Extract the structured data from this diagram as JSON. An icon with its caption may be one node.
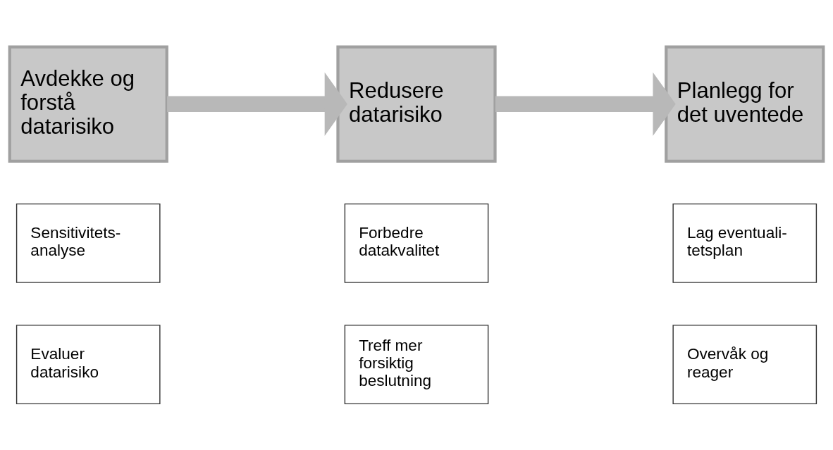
{
  "diagram": {
    "nodes": [
      {
        "text": [
          "Avdekke og forstå datarisiko"
        ]
      },
      {
        "text": [
          "Redusere datarisiko"
        ]
      },
      {
        "text": [
          "Planlegg for det uventede"
        ]
      },
      {
        "text": [
          "Sensitivitets- analyse"
        ]
      },
      {
        "text": [
          "Forbedre datakvalitet"
        ]
      },
      {
        "text": [
          "Lag eventuali- tetsplan"
        ]
      },
      {
        "text": [
          "Evaluer datarisiko"
        ]
      },
      {
        "text": [
          "Treff mer forsiktig beslutning"
        ]
      },
      {
        "text": [
          "Overvåk og reager"
        ]
      }
    ],
    "edges": [
      {
        "from": 0,
        "to": 1,
        "arrow": "to"
      },
      {
        "from": 1,
        "to": 2,
        "arrow": "to"
      }
    ]
  }
}
